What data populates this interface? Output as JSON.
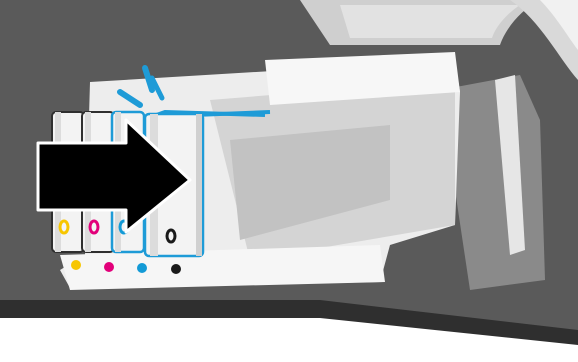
{
  "illustration": {
    "alt": "",
    "colors": {
      "printer_body": "#595959",
      "printer_border": "#2f2f2f",
      "carriage": "#e9e9e9",
      "carriage_shadow": "#b9b9b9",
      "highlight_line": "#1e9bd7",
      "arrow": "#000000",
      "arrow_outline": "#ffffff"
    }
  },
  "cartridges": [
    {
      "letter": "",
      "color_name": "yellow",
      "color": "#f7c600"
    },
    {
      "letter": "",
      "color_name": "magenta",
      "color": "#e2007a"
    },
    {
      "letter": "",
      "color_name": "cyan",
      "color": "#139ad6"
    },
    {
      "letter": "",
      "color_name": "black",
      "color": "#1a1a1a"
    }
  ],
  "arrow": {
    "direction": "right",
    "icon": "insert-arrow-icon"
  }
}
